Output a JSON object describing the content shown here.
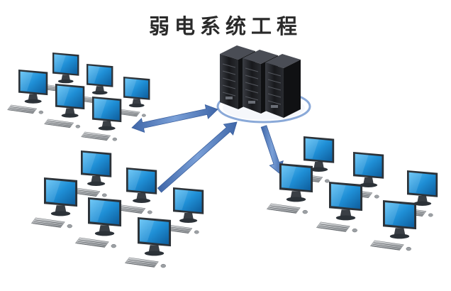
{
  "title": "弱电系统工程",
  "colors": {
    "screen": "#1f8fd6",
    "screen_dark": "#0e5d9c",
    "monitor_frame": "#2c3238",
    "arrow": "#5a7fb8",
    "server": "#1e1e22",
    "ring": "#8aa9d8"
  },
  "groups": [
    {
      "name": "workstation-group-top-left",
      "computers": 6
    },
    {
      "name": "workstation-group-bottom-left",
      "computers": 6
    },
    {
      "name": "workstation-group-right",
      "computers": 6
    }
  ],
  "server": {
    "units": 3
  }
}
